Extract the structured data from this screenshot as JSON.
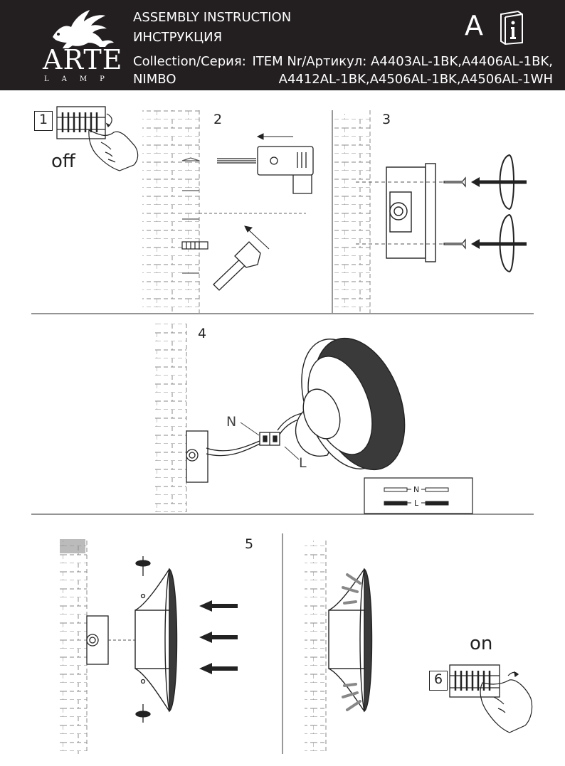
{
  "header": {
    "brand": "ARTE",
    "brand_sub": "LAMP",
    "title_en": "ASSEMBLY INSTRUCTION",
    "title_ru": "ИНСТРУКЦИЯ",
    "collection_label": "Collection/Серия:",
    "collection_value": "NIMBO",
    "item_line1": "ITEM Nr/Артикул: A4403AL-1BK,A4406AL-1BK,",
    "item_line2": "A4412AL-1BK,A4506AL-1BK,A4506AL-1WH",
    "sheet_letter": "A",
    "logo_icon": "griffin-logo-icon",
    "manual_icon": "manual-book-icon"
  },
  "steps": {
    "step1": {
      "number": "1",
      "state": "off"
    },
    "step2": {
      "number": "2"
    },
    "step3": {
      "number": "3"
    },
    "step4": {
      "number": "4",
      "wire_n": "N",
      "wire_l": "L"
    },
    "step5": {
      "number": "5"
    },
    "step6": {
      "number": "6",
      "state": "on"
    }
  },
  "legend": {
    "neutral": "N",
    "live": "L"
  },
  "colors": {
    "header_bg": "#231f20",
    "ink": "#222222",
    "dashed": "#666666"
  }
}
